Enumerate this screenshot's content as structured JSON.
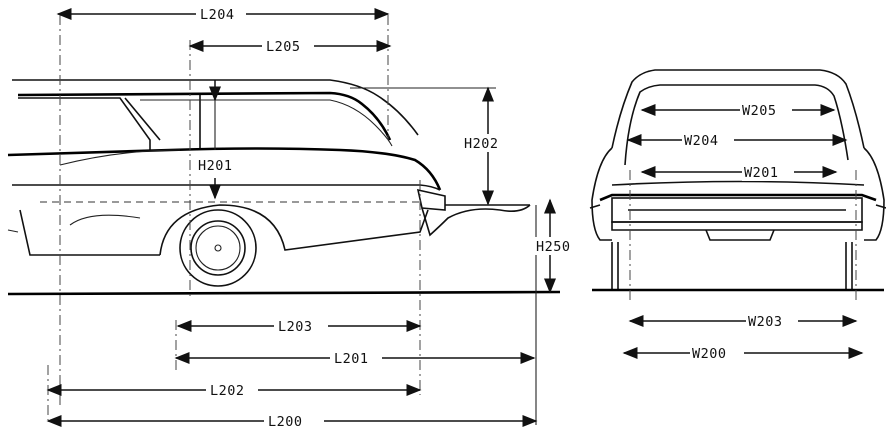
{
  "labels": {
    "L204": "L204",
    "L205": "L205",
    "H202": "H202",
    "H201": "H201",
    "H250": "H250",
    "L203": "L203",
    "L201": "L201",
    "L202": "L202",
    "L200": "L200",
    "W205": "W205",
    "W204": "W204",
    "W201": "W201",
    "W203": "W203",
    "W200": "W200"
  }
}
